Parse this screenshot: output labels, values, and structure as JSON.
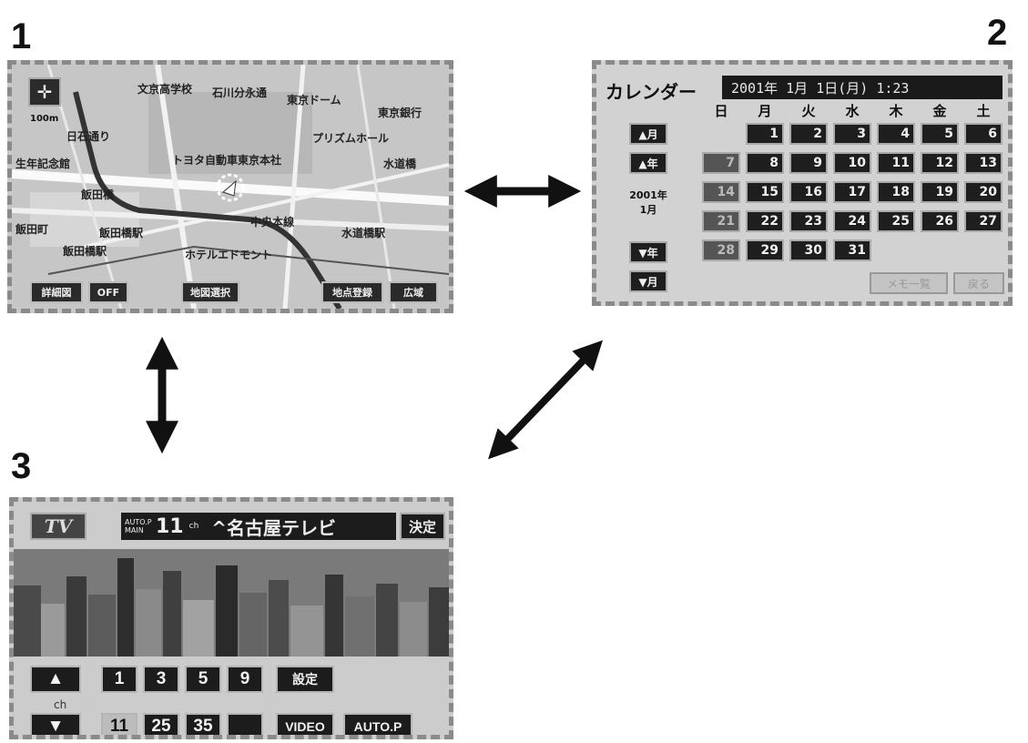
{
  "labels": {
    "n1": "1",
    "n2": "2",
    "n3": "3"
  },
  "map": {
    "scale": "100m",
    "places": [
      "文京高学校",
      "石川分永通",
      "東京ドーム",
      "東京銀行",
      "プリズムホール",
      "日石通り",
      "生年記念館",
      "トヨタ自動車東京本社",
      "水道橋",
      "飯田橋",
      "飯田橋駅",
      "中央本線",
      "水道橋駅",
      "飯田橋駅",
      "ホテルエドモント",
      "飯田町"
    ],
    "buttons": [
      "詳細図",
      "OFF",
      "地図選択",
      "地点登録",
      "広域"
    ]
  },
  "calendar": {
    "title": "カレンダー",
    "date_display": "2001年 1月 1日(月)  1:23",
    "weekdays": [
      "日",
      "月",
      "火",
      "水",
      "木",
      "金",
      "土"
    ],
    "days": [
      "",
      "1",
      "2",
      "3",
      "4",
      "5",
      "6",
      "7",
      "8",
      "9",
      "10",
      "11",
      "12",
      "13",
      "14",
      "15",
      "16",
      "17",
      "18",
      "19",
      "20",
      "21",
      "22",
      "23",
      "24",
      "25",
      "26",
      "27",
      "28",
      "29",
      "30",
      "31"
    ],
    "side_buttons": [
      "▲月",
      "▲年",
      "▼年",
      "▼月"
    ],
    "current": {
      "year": "2001年",
      "month": "1月"
    },
    "bottom_buttons": [
      "メモ一覧",
      "戻る"
    ]
  },
  "tv": {
    "logo": "TV",
    "mode_small": "AUTO.P MAIN",
    "channel": "11",
    "ch_unit": "ch",
    "station": "^名古屋テレビ",
    "decide": "決定",
    "up": "▲",
    "down": "▼",
    "ch_label": "ch",
    "presets_row1": [
      "1",
      "3",
      "5",
      "9"
    ],
    "presets_row2": [
      "11",
      "25",
      "35",
      ""
    ],
    "settings": "設定",
    "video": "VIDEO",
    "autop": "AUTO.P"
  }
}
